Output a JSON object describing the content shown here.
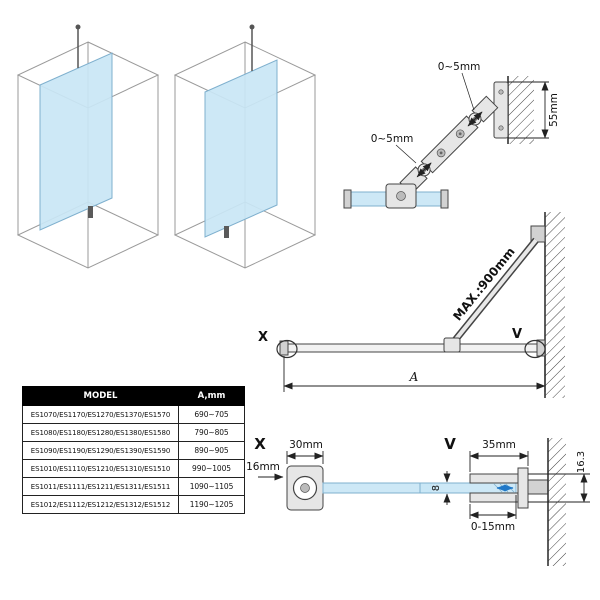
{
  "colors": {
    "glass": "#c9e6f5",
    "glass-border": "#7fb0ce",
    "line": "#333333",
    "accent-blue": "#1f78c8",
    "table-header-bg": "#000000",
    "table-header-text": "#ffffff"
  },
  "bracket_detail": {
    "adjust_top": "0~5mm",
    "adjust_bottom": "0~5mm",
    "plate_height": "55mm"
  },
  "overview": {
    "max_label": "MAX.:900mm",
    "dim_a": "A",
    "callout_x": "X",
    "callout_v": "V"
  },
  "detail_x": {
    "label": "X",
    "width": "30mm",
    "depth": "16mm"
  },
  "detail_v": {
    "label": "V",
    "width": "35mm",
    "glass_thickness": "8",
    "profile_height": "16.3",
    "adjust_range": "0-15mm"
  },
  "table": {
    "headers": {
      "model": "MODEL",
      "a": "A,mm"
    },
    "rows": [
      {
        "model": "ES1070/ES1170/ES1270/ES1370/ES1570",
        "a": "690~705"
      },
      {
        "model": "ES1080/ES1180/ES1280/ES1380/ES1580",
        "a": "790~805"
      },
      {
        "model": "ES1090/ES1190/ES1290/ES1390/ES1590",
        "a": "890~905"
      },
      {
        "model": "ES1010/ES1110/ES1210/ES1310/ES1510",
        "a": "990~1005"
      },
      {
        "model": "ES1011/ES1111/ES1211/ES1311/ES1511",
        "a": "1090~1105"
      },
      {
        "model": "ES1012/ES1112/ES1212/ES1312/ES1512",
        "a": "1190~1205"
      }
    ]
  }
}
